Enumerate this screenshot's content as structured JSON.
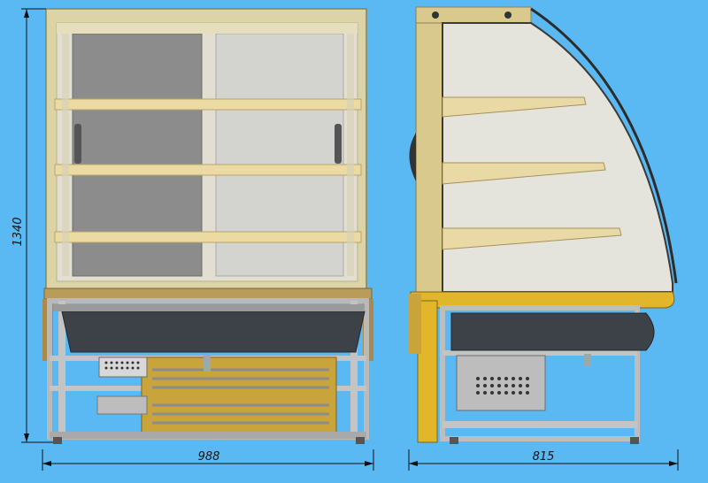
{
  "dimensions": {
    "height": "1340",
    "front_width": "988",
    "side_depth": "815"
  },
  "colors": {
    "background": "#5ab8f2",
    "frame_wood": "#d9c98c",
    "glass": "#e4e4dc",
    "shelf": "#e9d9a4",
    "metal_frame": "#c8c8c8",
    "steel_base": "#8a8a8a",
    "yellow_panel": "#e2b62a",
    "tray": "#3c4248",
    "condenser": "#c9a43a"
  }
}
